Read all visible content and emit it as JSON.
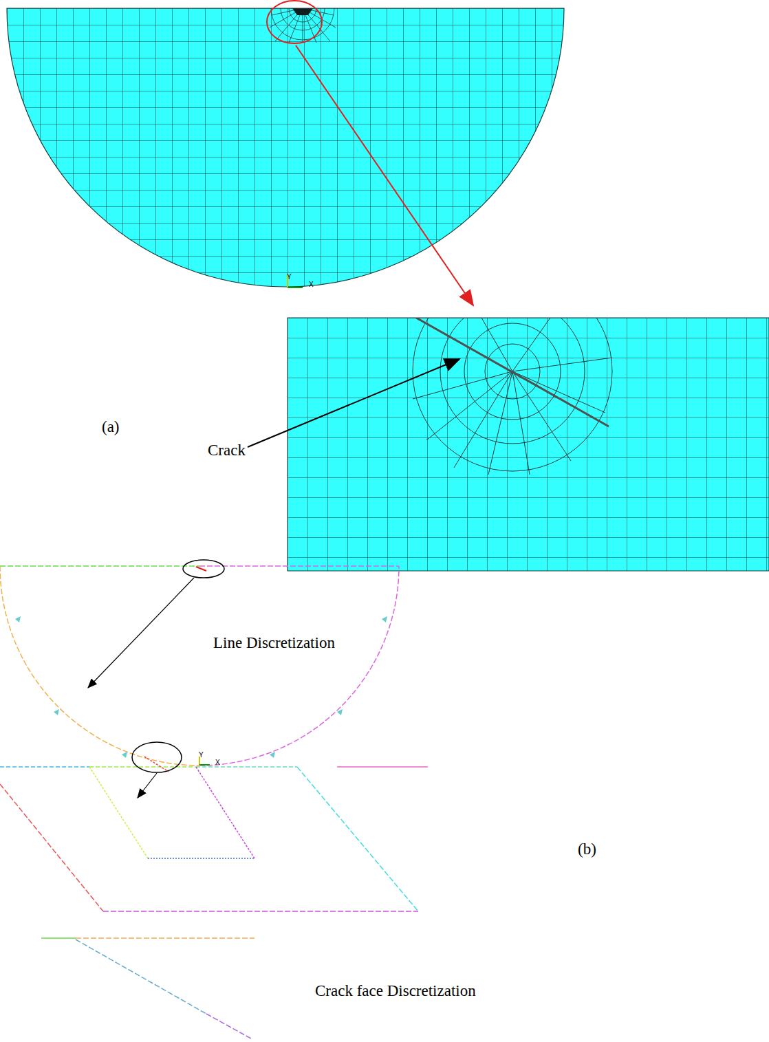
{
  "diagram": {
    "labels": [
      "Y",
      "X",
      "(a)",
      "Crack",
      "Line Discretization",
      "Y",
      "X",
      "(b)",
      "Crack face Discretization"
    ]
  }
}
